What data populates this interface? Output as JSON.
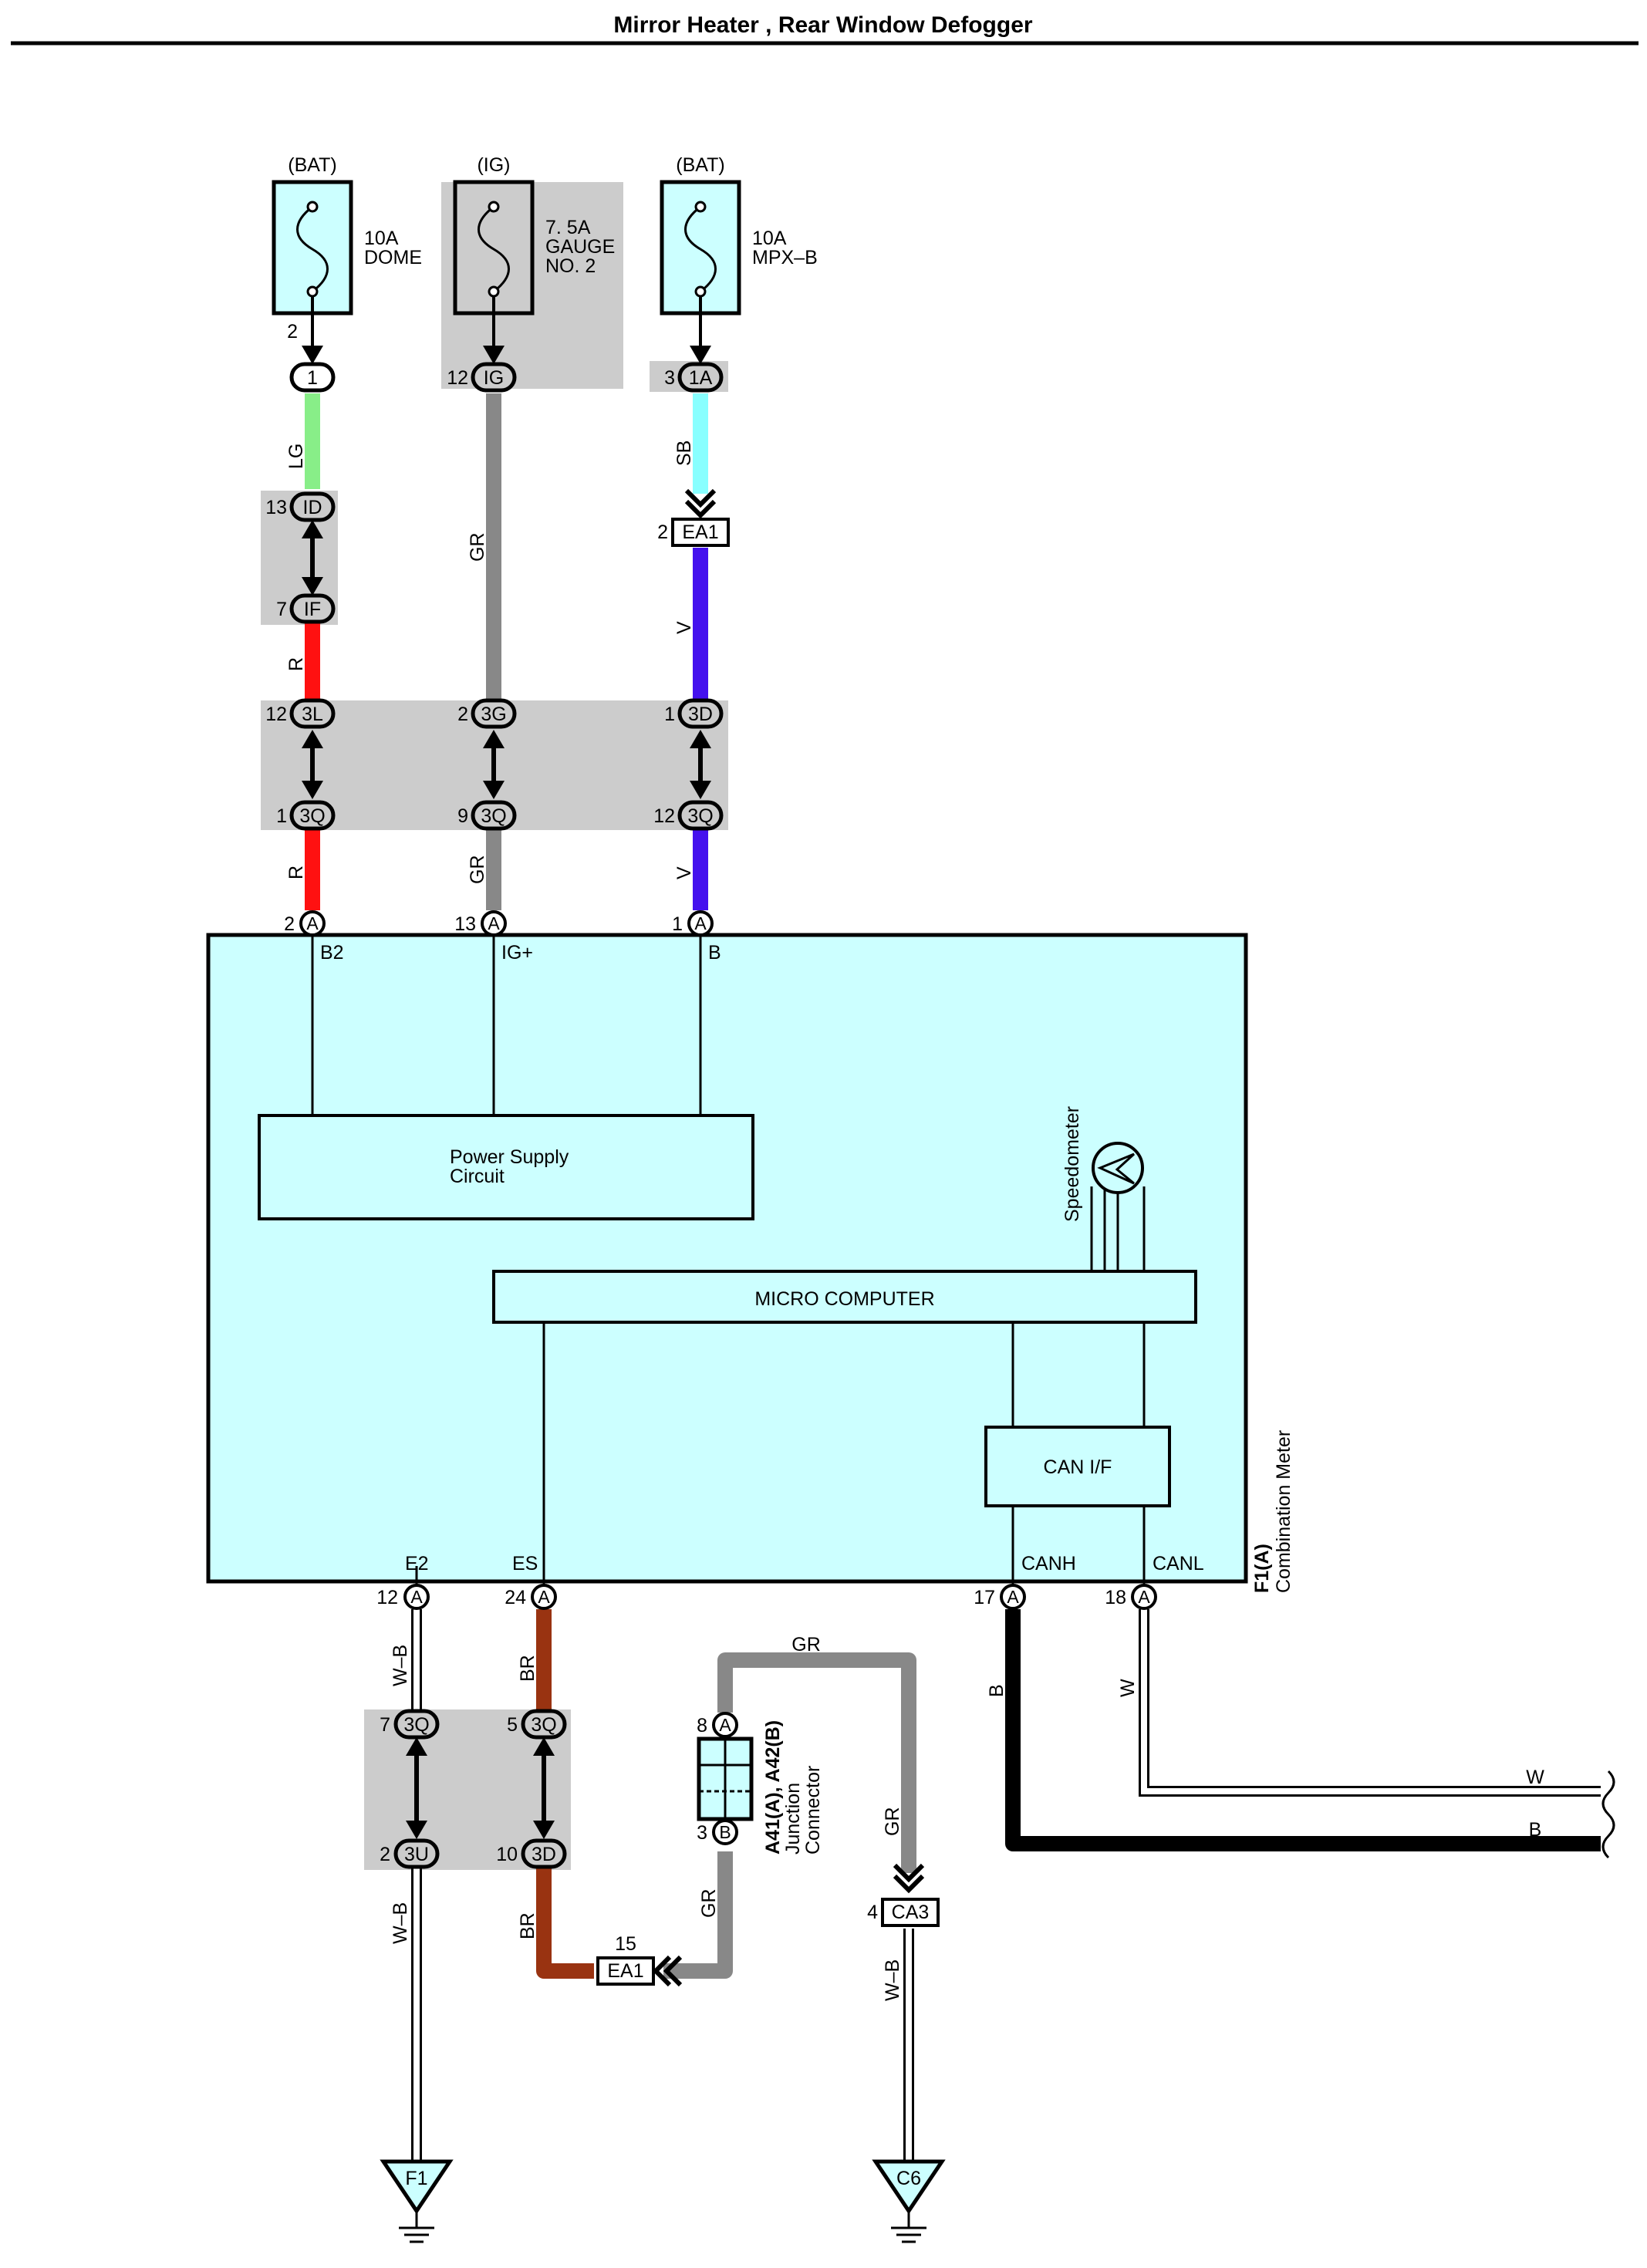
{
  "title": "Mirror Heater , Rear Window Defogger",
  "colors": {
    "module_fill": "#ccffff",
    "junction_fill": "#cccccc",
    "wire_LG": "#88ee88",
    "wire_R": "#ff1111",
    "wire_GR": "#888888",
    "wire_SB": "#88ffff",
    "wire_V": "#4411ee",
    "wire_BR": "#993311",
    "wire_B": "#000000",
    "wire_W_B": "#ffffff"
  },
  "fuses": [
    {
      "source": "(BAT)",
      "rating": "10A",
      "name": "DOME",
      "name2": ""
    },
    {
      "source": "(IG)",
      "rating": "7. 5A",
      "name": "GAUGE",
      "name2": "NO. 2"
    },
    {
      "source": "(BAT)",
      "rating": "10A",
      "name": "MPX–B",
      "name2": ""
    }
  ],
  "connectors": {
    "top": [
      {
        "pin": "2",
        "label": "1"
      },
      {
        "pin": "12",
        "label": "IG"
      },
      {
        "pin": "3",
        "label": "1A"
      }
    ],
    "id_upper": {
      "pin": "13",
      "label": "ID"
    },
    "id_lower": {
      "pin": "7",
      "label": "IF"
    },
    "ea1_top": {
      "pin": "2",
      "label": "EA1"
    },
    "row_3x_upper": [
      {
        "pin": "12",
        "label": "3L"
      },
      {
        "pin": "2",
        "label": "3G"
      },
      {
        "pin": "1",
        "label": "3D"
      }
    ],
    "row_3x_lower": [
      {
        "pin": "1",
        "label": "3Q"
      },
      {
        "pin": "9",
        "label": "3Q"
      },
      {
        "pin": "12",
        "label": "3Q"
      }
    ],
    "meter_top": [
      {
        "pin": "2",
        "label": "A"
      },
      {
        "pin": "13",
        "label": "A"
      },
      {
        "pin": "1",
        "label": "A"
      }
    ],
    "meter_bottom": [
      {
        "pin": "12",
        "label": "A"
      },
      {
        "pin": "24",
        "label": "A"
      },
      {
        "pin": "17",
        "label": "A"
      },
      {
        "pin": "18",
        "label": "A"
      }
    ],
    "row_bottom_upper": [
      {
        "pin": "7",
        "label": "3Q"
      },
      {
        "pin": "5",
        "label": "3Q"
      }
    ],
    "row_bottom_lower": [
      {
        "pin": "2",
        "label": "3U"
      },
      {
        "pin": "10",
        "label": "3D"
      }
    ],
    "ea1_bottom": {
      "pin": "15",
      "label": "EA1"
    },
    "junction_top": {
      "pin": "8",
      "label": "A"
    },
    "junction_bottom": {
      "pin": "3",
      "label": "B"
    },
    "ca3": {
      "pin": "4",
      "label": "CA3"
    }
  },
  "wire_labels": {
    "lg": "LG",
    "r1": "R",
    "r2": "R",
    "gr1": "GR",
    "gr2": "GR",
    "sb": "SB",
    "v1": "V",
    "v2": "V",
    "wb1": "W–B",
    "wb2": "W–B",
    "wb3": "W–B",
    "br1": "BR",
    "br2": "BR",
    "gr_top": "GR",
    "gr_right": "GR",
    "gr_left": "GR",
    "b_vertical": "B",
    "w_vertical": "W",
    "w_out": "W",
    "b_out": "B"
  },
  "meter": {
    "terminals_top": [
      "B2",
      "IG+",
      "B"
    ],
    "terminals_bottom": [
      "E2",
      "ES",
      "CANH",
      "CANL"
    ],
    "power_supply": [
      "Power Supply",
      "Circuit"
    ],
    "micro_computer": "MICRO COMPUTER",
    "can_if": "CAN I/F",
    "speedometer": "Speedometer",
    "code": "F1(A)",
    "name": "Combination Meter"
  },
  "junction_connector": {
    "code": "A41(A), A42(B)",
    "line1": "Junction",
    "line2": "Connector"
  },
  "grounds": [
    "F1",
    "C6"
  ]
}
